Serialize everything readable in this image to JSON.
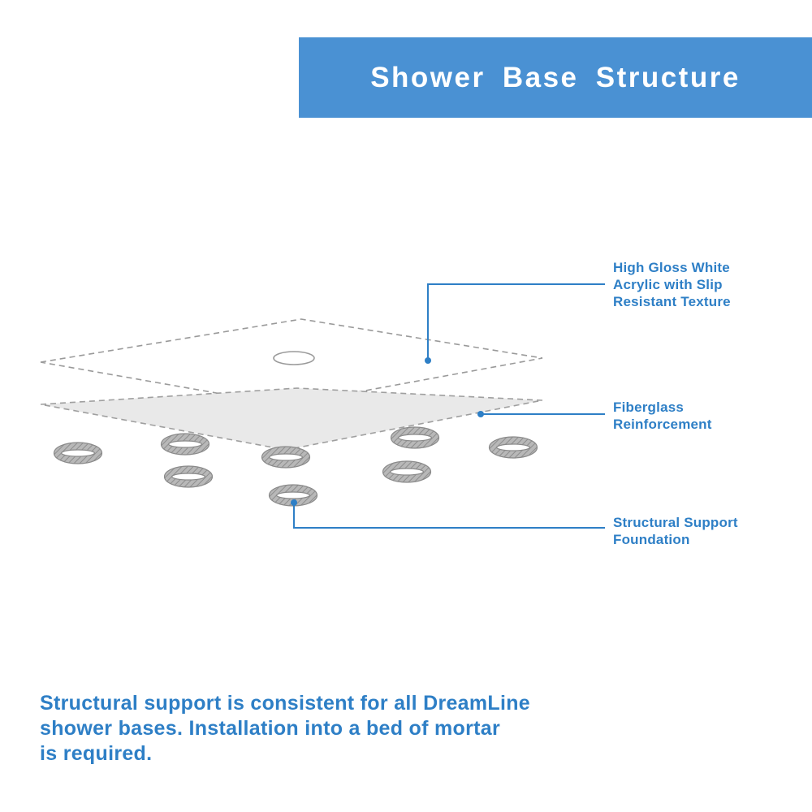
{
  "header": {
    "title": "Shower Base Structure"
  },
  "callouts": {
    "acrylic": {
      "lines": [
        "High Gloss White",
        "Acrylic with Slip",
        "Resistant Texture"
      ]
    },
    "fiberglass": {
      "lines": [
        "Fiberglass",
        "Reinforcement"
      ]
    },
    "support": {
      "lines": [
        "Structural Support",
        "Foundation"
      ]
    }
  },
  "footer": {
    "lines": [
      "Structural support is consistent for all DreamLine",
      "shower bases. Installation into a bed of mortar",
      "is required."
    ]
  },
  "diagram": {
    "parts": [
      {
        "name": "acrylic-top-layer",
        "style": "dashed-outline-with-drain-hole"
      },
      {
        "name": "fiberglass-layer",
        "style": "gray-filled-dashed-outline"
      },
      {
        "name": "support-foundation-rings",
        "ring_count": 8
      }
    ],
    "colors": {
      "accent_blue": "#2e7fc6",
      "banner_blue": "#4a91d3",
      "layer_fill_gray": "#e9e9e9",
      "outline_gray": "#9a9a9a",
      "ring_gray": "#b3b3b3"
    }
  }
}
